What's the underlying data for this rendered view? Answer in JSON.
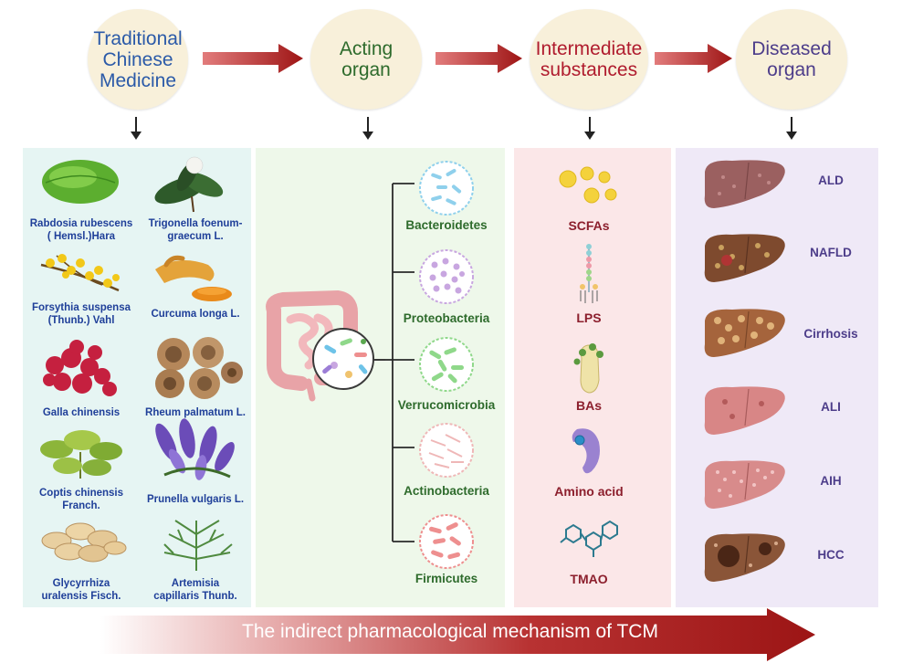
{
  "stages": [
    {
      "label": "Traditional\nChinese\nMedicine",
      "color": "#2b5aa8"
    },
    {
      "label": "Acting\norgan",
      "color": "#2e6b2c"
    },
    {
      "label": "Intermediate\nsubstances",
      "color": "#b01c2e"
    },
    {
      "label": "Diseased\norgan",
      "color": "#4d3d8a"
    }
  ],
  "tcm": [
    {
      "label": "Rabdosia rubescens\n( Hemsl.)Hara"
    },
    {
      "label": "Trigonella foenum-\ngraecum L."
    },
    {
      "label": "Forsythia suspensa\n(Thunb.) Vahl"
    },
    {
      "label": "Curcuma longa L."
    },
    {
      "label": "Galla chinensis"
    },
    {
      "label": "Rheum palmatum L."
    },
    {
      "label": "Coptis chinensis\nFranch."
    },
    {
      "label": "Prunella vulgaris L."
    },
    {
      "label": "Glycyrrhiza\nuralensis Fisch."
    },
    {
      "label": "Artemisia\ncapillaris Thunb."
    }
  ],
  "microbes": [
    {
      "label": "Bacteroidetes",
      "color": "#8fd0ec"
    },
    {
      "label": "Proteobacteria",
      "color": "#c8a6e0"
    },
    {
      "label": "Verrucomicrobia",
      "color": "#8fd88a"
    },
    {
      "label": "Actinobacteria",
      "color": "#efb7b7"
    },
    {
      "label": "Firmicutes",
      "color": "#ee8f8f"
    }
  ],
  "substances": [
    {
      "label": "SCFAs"
    },
    {
      "label": "LPS"
    },
    {
      "label": "BAs"
    },
    {
      "label": "Amino acid"
    },
    {
      "label": "TMAO"
    }
  ],
  "diseases": [
    {
      "label": "ALD"
    },
    {
      "label": "NAFLD"
    },
    {
      "label": "Cirrhosis"
    },
    {
      "label": "ALI"
    },
    {
      "label": "AIH"
    },
    {
      "label": "HCC"
    }
  ],
  "bottom_banner": "The indirect pharmacological mechanism of TCM",
  "colors": {
    "arrow": "#a31d1d",
    "tcm_panel": "#e6f5f3",
    "organ_panel": "#eef8ea",
    "substance_panel": "#fbe7e8",
    "disease_panel": "#efe9f7"
  }
}
